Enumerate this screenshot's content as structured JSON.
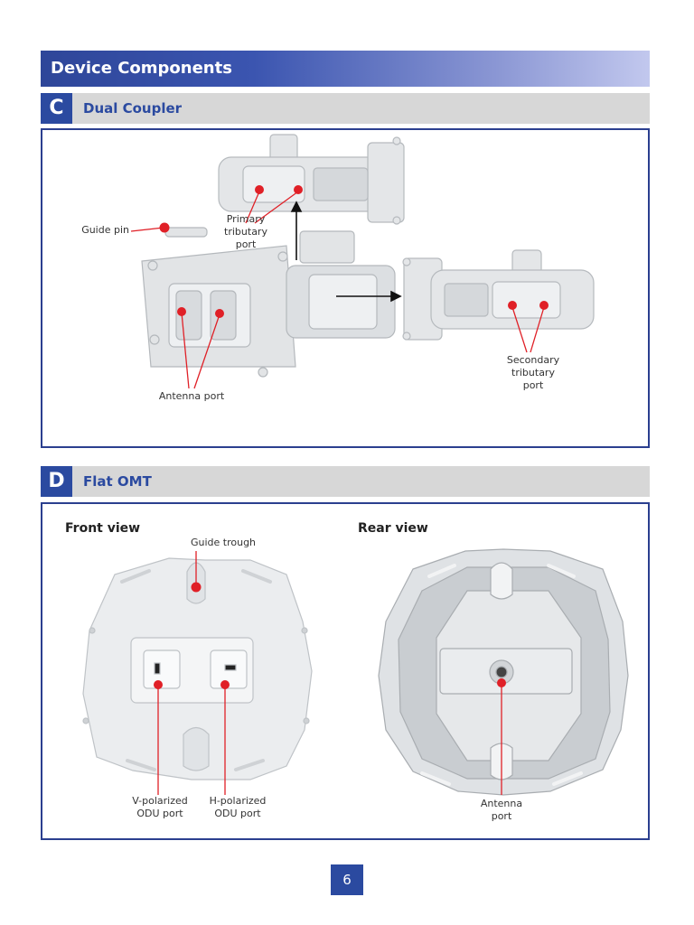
{
  "header": {
    "title": "Device Components"
  },
  "section_c": {
    "letter": "C",
    "title": "Dual Coupler",
    "labels": {
      "guide_pin": "Guide pin",
      "primary_port": "Primary\ntributary\nport",
      "antenna_port": "Antenna port",
      "secondary_port": "Secondary\ntributary\nport"
    }
  },
  "section_d": {
    "letter": "D",
    "title": "Flat OMT",
    "front_view_title": "Front view",
    "rear_view_title": "Rear view",
    "labels": {
      "guide_trough": "Guide trough",
      "v_polarized": "V-polarized\nODU port",
      "h_polarized": "H-polarized\nODU port",
      "antenna_port": "Antenna\nport"
    }
  },
  "footer": {
    "page_number": "6"
  },
  "colors": {
    "accent": "#2b4aa0",
    "marker": "#e02027",
    "frame": "#2b3f8f"
  }
}
